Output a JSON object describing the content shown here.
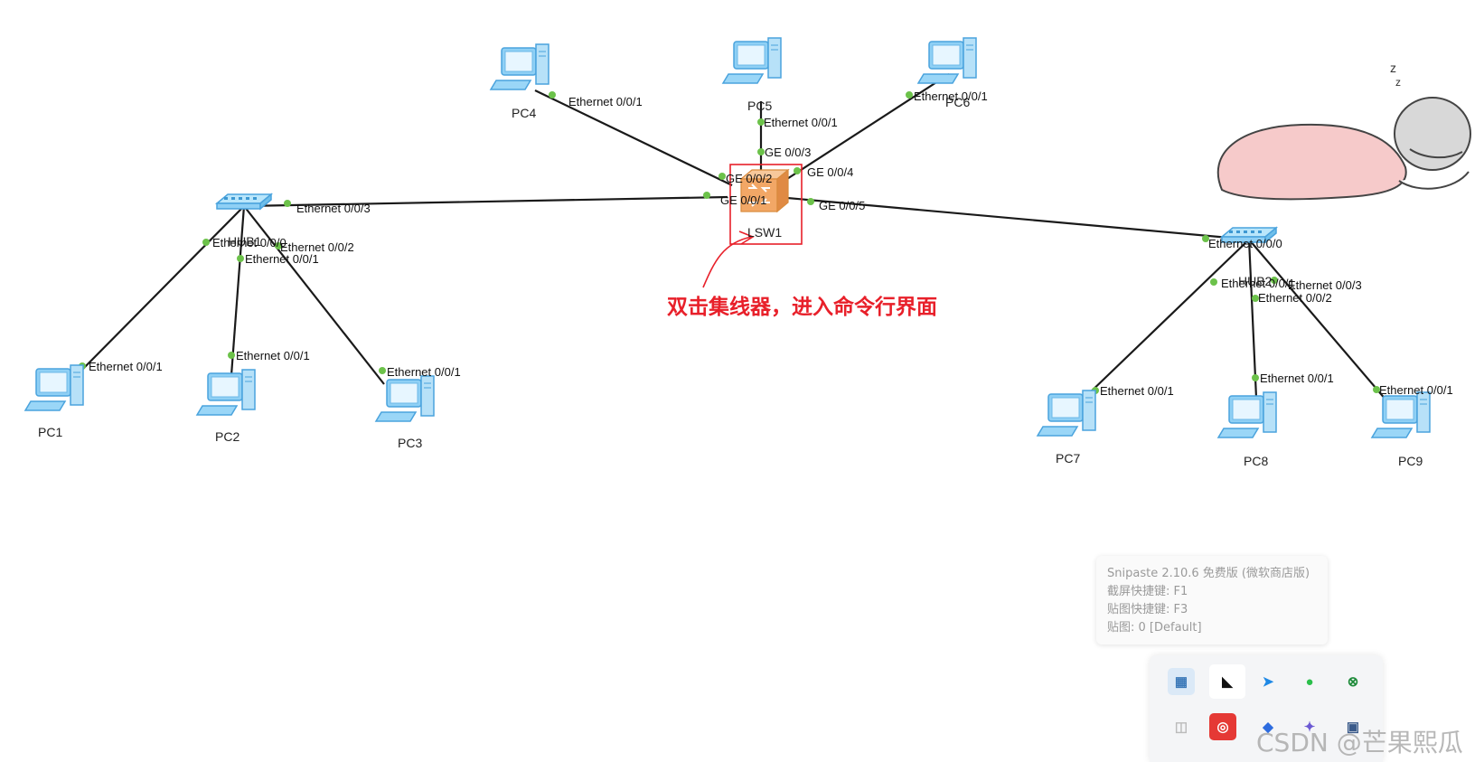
{
  "devices": {
    "pc1": "PC1",
    "pc2": "PC2",
    "pc3": "PC3",
    "pc4": "PC4",
    "pc5": "PC5",
    "pc6": "PC6",
    "pc7": "PC7",
    "pc8": "PC8",
    "pc9": "PC9",
    "hub1": "HUB1",
    "hub2": "HUB2",
    "lsw1": "LSW1"
  },
  "ports": {
    "pc1_e": "Ethernet 0/0/1",
    "pc2_e": "Ethernet 0/0/1",
    "pc3_e": "Ethernet 0/0/1",
    "pc4_e": "Ethernet 0/0/1",
    "pc5_e": "Ethernet 0/0/1",
    "pc6_e": "Ethernet 0/0/1",
    "pc7_e": "Ethernet 0/0/1",
    "pc8_e": "Ethernet 0/0/1",
    "pc9_e": "Ethernet 0/0/1",
    "hub1_e0": "Ethernet 0/0/0",
    "hub1_e1": "Ethernet 0/0/1",
    "hub1_e2": "Ethernet 0/0/2",
    "hub1_e3": "Ethernet 0/0/3",
    "hub2_e0": "Ethernet 0/0/0",
    "hub2_e1": "Ethernet 0/0/1",
    "hub2_e2": "Ethernet 0/0/2",
    "hub2_e3": "Ethernet 0/0/3",
    "sw_ge1": "GE 0/0/1",
    "sw_ge2": "GE 0/0/2",
    "sw_ge3": "GE 0/0/3",
    "sw_ge4": "GE 0/0/4",
    "sw_ge5": "GE 0/0/5"
  },
  "annotation": "双击集线器，进入命令行界面",
  "snipaste": {
    "line1": "Snipaste 2.10.6 免费版 (微软商店版)",
    "line2": "截屏快捷键: F1",
    "line3": "贴图快捷键: F3",
    "line4": "贴图: 0 [Default]"
  },
  "watermark": "CSDN @芒果熙瓜",
  "colors": {
    "annotation": "#e8202a",
    "port_dot": "#6cc24a",
    "pc_body": "#7fc8f2"
  }
}
